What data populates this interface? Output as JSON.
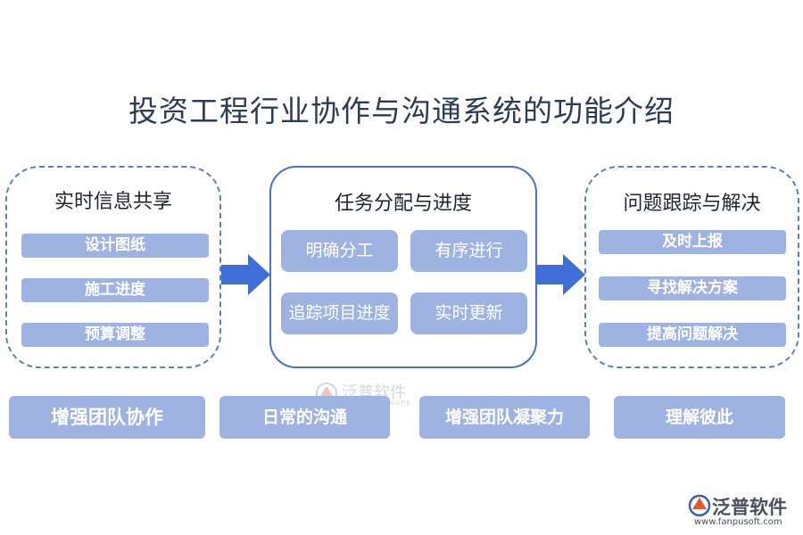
{
  "title": "投资工程行业协作与沟通系统的功能介绍",
  "left_panel": {
    "heading": "实时信息共享",
    "items": [
      "设计图纸",
      "施工进度",
      "预算调整"
    ]
  },
  "center_panel": {
    "heading": "任务分配与进度",
    "items": [
      "明确分工",
      "有序进行",
      "追踪项目进度",
      "实时更新"
    ]
  },
  "right_panel": {
    "heading": "问题跟踪与解决",
    "items": [
      "及时上报",
      "寻找解决方案",
      "提高问题解决"
    ]
  },
  "bottom_items": [
    "增强团队协作",
    "日常的沟通",
    "增强团队凝聚力",
    "理解彼此"
  ],
  "watermark": {
    "name": "泛普软件",
    "sub": "FANPU SOFTWARE"
  },
  "logo": {
    "name": "泛普软件",
    "url": "www.fanpusoft.com"
  },
  "colors": {
    "chip_fill": "#9fb3e2",
    "panel_border": "#4a72c4",
    "arrow": "#3f6fd6",
    "title_text": "#2c3b57"
  }
}
